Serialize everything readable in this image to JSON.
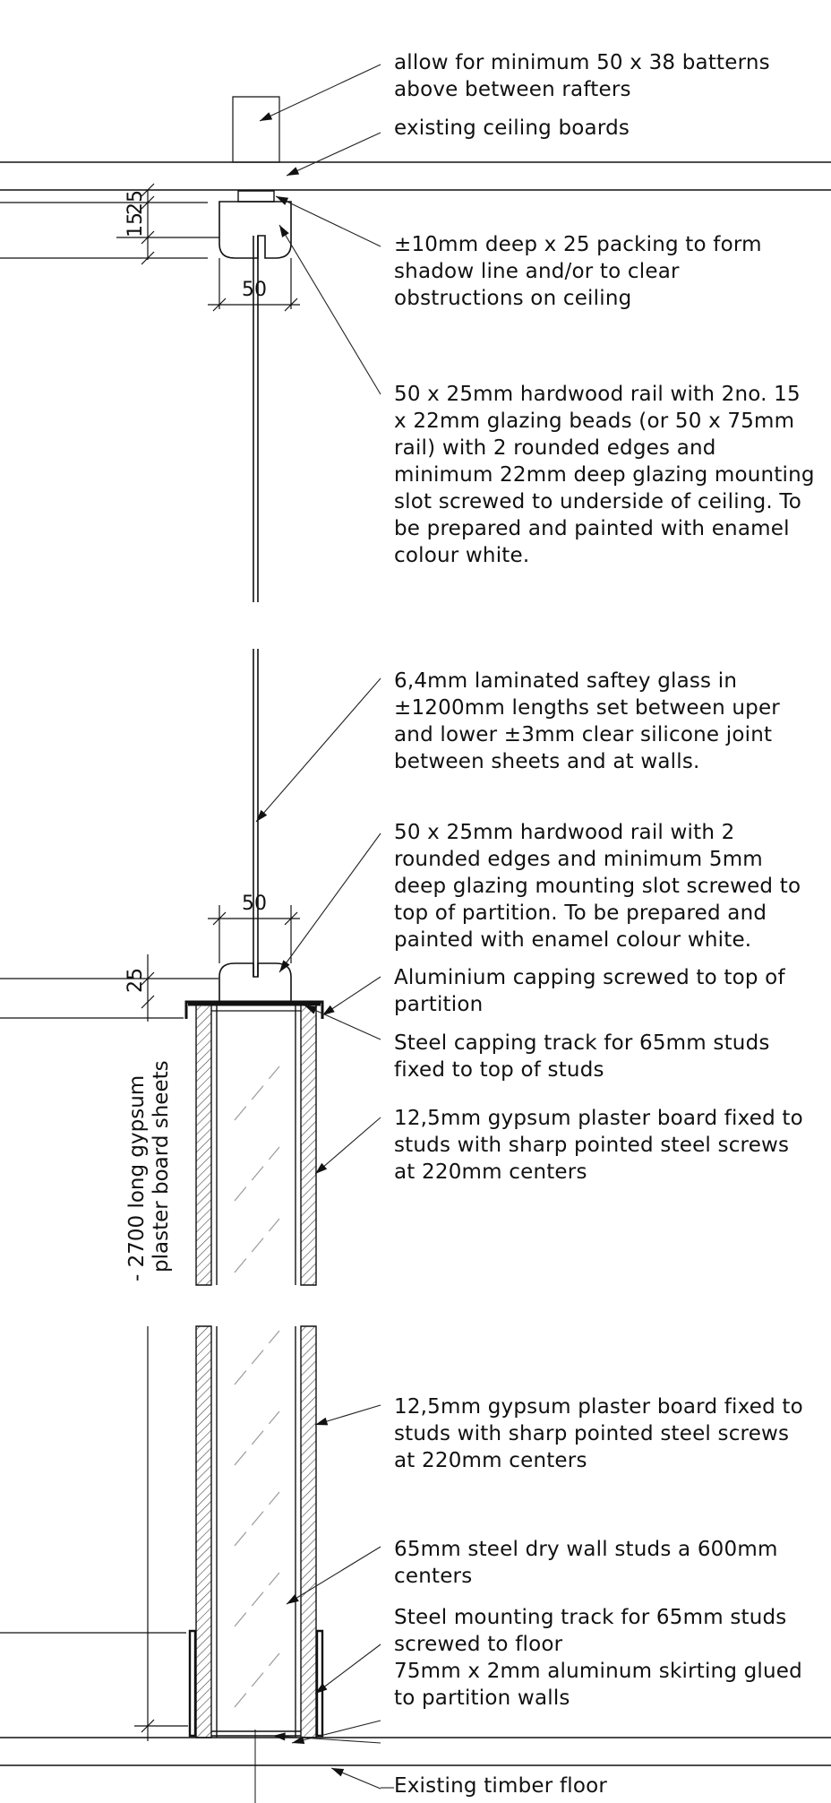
{
  "notes": {
    "battens": "allow for minimum 50 x 38 batterns\nabove between rafters",
    "ceiling_boards": "existing ceiling boards",
    "packing": "±10mm deep x 25 packing to form\nshadow line and/or to clear\nobstructions on ceiling",
    "top_rail": "50 x 25mm hardwood rail with 2no. 15\nx 22mm glazing beads (or 50 x 75mm\nrail) with 2 rounded edges and\nminimum 22mm deep glazing mounting\nslot screwed to underside of ceiling. To\nbe prepared and painted with enamel\ncolour white.",
    "glass": "6,4mm laminated saftey glass in\n±1200mm lengths set between uper\nand lower ±3mm clear silicone joint\nbetween sheets and at walls.",
    "bottom_rail": "50 x 25mm hardwood rail with 2\nrounded edges and minimum 5mm\ndeep glazing mounting slot screwed to\ntop of partition. To be prepared and\npainted with enamel colour white.",
    "aluminium_capping": "Aluminium capping screwed to top of\npartition",
    "capping_track": "Steel capping track for 65mm studs\nfixed to top of studs",
    "plaster_board_upper": "12,5mm gypsum plaster board fixed to\nstuds with sharp pointed steel screws\nat 220mm centers",
    "plaster_board_lower": "12,5mm gypsum plaster board fixed to\nstuds with sharp pointed steel screws\nat 220mm centers",
    "studs": "65mm steel dry wall studs a 600mm\ncenters",
    "mounting_track": "Steel mounting track for 65mm studs\nscrewed to floor",
    "skirting": "75mm x 2mm aluminum skirting glued\nto partition walls",
    "timber_floor": "Existing timber floor"
  },
  "dimensions": {
    "d15": "15",
    "d25_top": "25",
    "d50_top": "50",
    "d50_bottom": "50",
    "d25_bottom": "25",
    "sheet_length": "2700 long gypsum\nplaster board sheets"
  },
  "colors": {
    "line": "#111111",
    "leader": "#222222",
    "hatch": "#444444",
    "dash": "#9a9a9a"
  }
}
